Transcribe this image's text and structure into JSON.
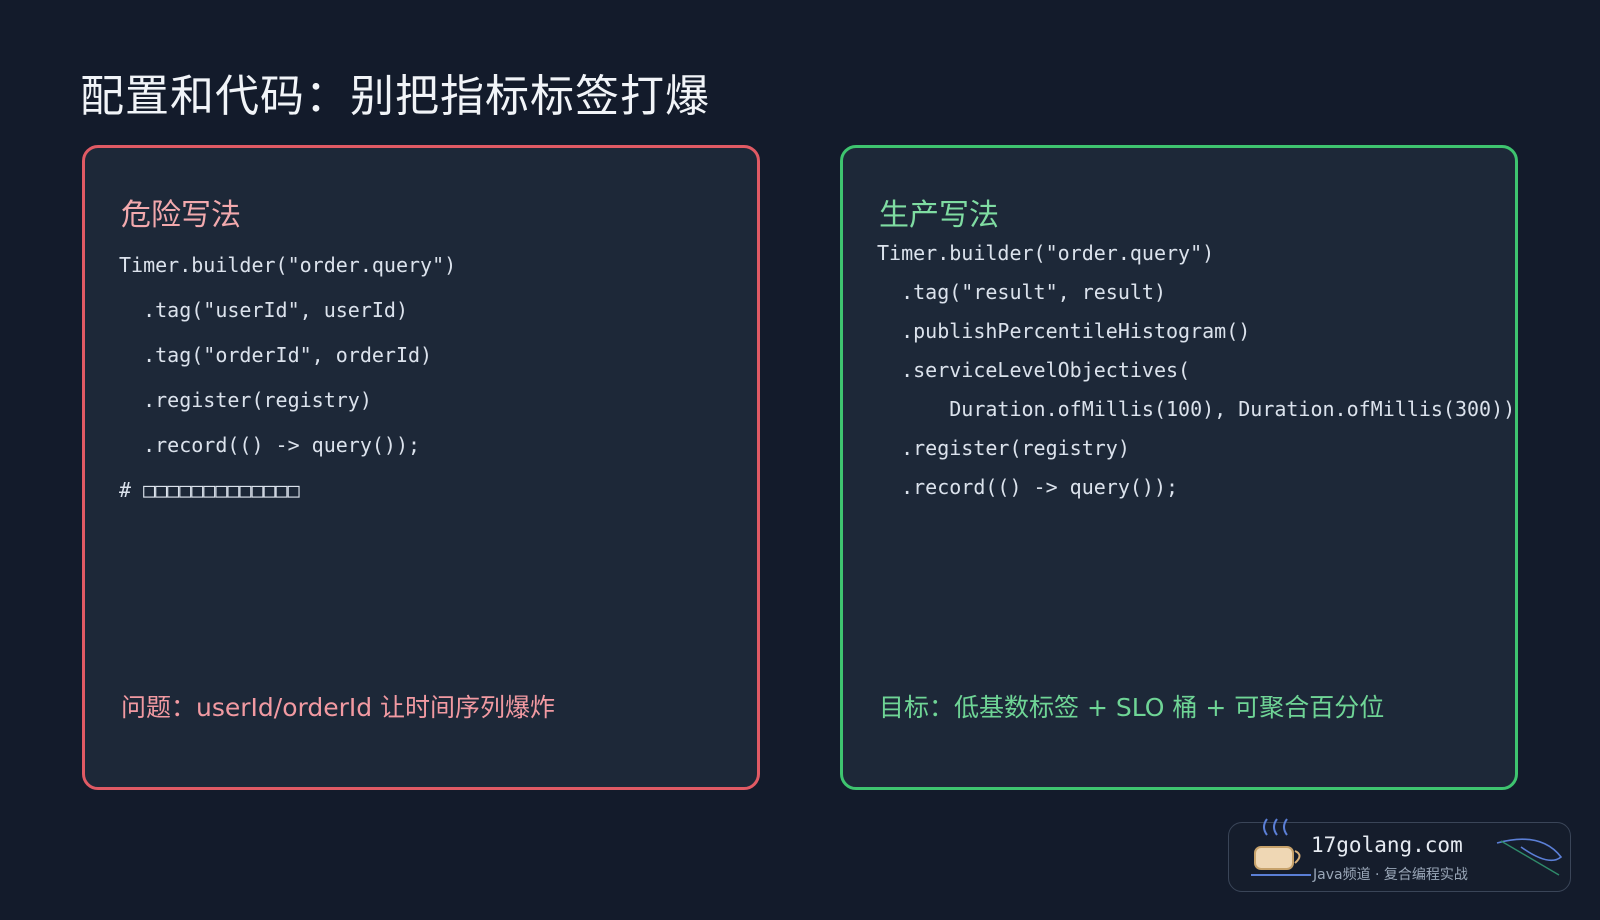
{
  "title": "配置和代码：别把指标标签打爆",
  "bad": {
    "heading": "危险写法",
    "code": [
      "Timer.builder(\"order.query\")",
      "  .tag(\"userId\", userId)",
      "  .tag(\"orderId\", orderId)",
      "  .register(registry)",
      "  .record(() -> query());",
      "# □□□□□□□□□□□□□"
    ],
    "note": "问题：userId/orderId 让时间序列爆炸"
  },
  "good": {
    "heading": "生产写法",
    "code": [
      "Timer.builder(\"order.query\")",
      "  .tag(\"result\", result)",
      "  .publishPercentileHistogram()",
      "  .serviceLevelObjectives(",
      "      Duration.ofMillis(100), Duration.ofMillis(300))",
      "  .register(registry)",
      "  .record(() -> query());"
    ],
    "note": "目标：低基数标签 + SLO 桶 + 可聚合百分位"
  },
  "watermark": {
    "domain": "17golang.com",
    "subtitle": "Java频道 · 复合编程实战",
    "logo_icon": "coffee-cup-icon",
    "swoosh_icon": "swoosh-icon"
  },
  "colors": {
    "background": "#131b2b",
    "card": "#1d2838",
    "danger": "#e05a64",
    "success": "#3ec46f"
  }
}
